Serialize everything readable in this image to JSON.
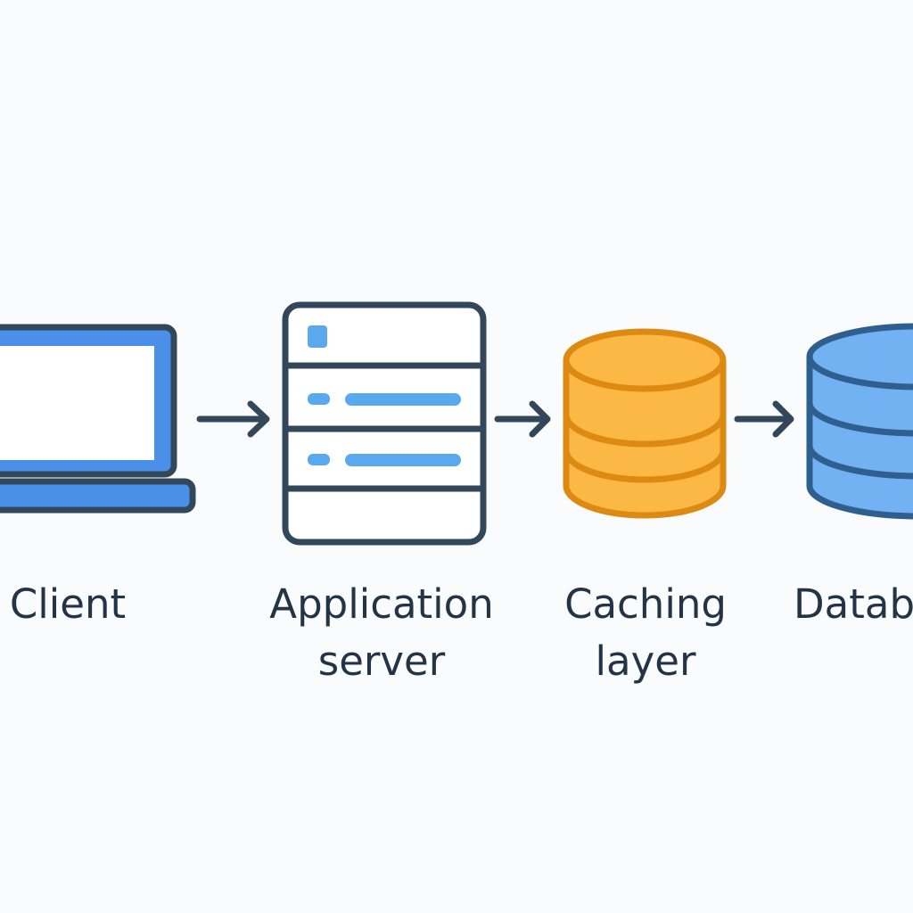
{
  "diagram": {
    "nodes": [
      {
        "id": "client",
        "label_lines": [
          "Client"
        ],
        "icon": "laptop-icon"
      },
      {
        "id": "app-server",
        "label_lines": [
          "Application",
          "server"
        ],
        "icon": "server-icon"
      },
      {
        "id": "cache",
        "label_lines": [
          "Caching",
          "layer"
        ],
        "icon": "database-icon"
      },
      {
        "id": "database",
        "label_lines": [
          "Datab"
        ],
        "icon": "database-icon"
      }
    ],
    "edges": [
      {
        "from": "client",
        "to": "app-server"
      },
      {
        "from": "app-server",
        "to": "cache"
      },
      {
        "from": "cache",
        "to": "database"
      }
    ]
  },
  "colors": {
    "stroke": "#33475b",
    "client_blue": "#4a90e8",
    "server_accent": "#5aa9ef",
    "cache_fill": "#fbb844",
    "cache_stroke": "#dd8a12",
    "database_fill": "#72b2f2",
    "database_stroke": "#2f5f8f",
    "background": "#fafbfc"
  }
}
